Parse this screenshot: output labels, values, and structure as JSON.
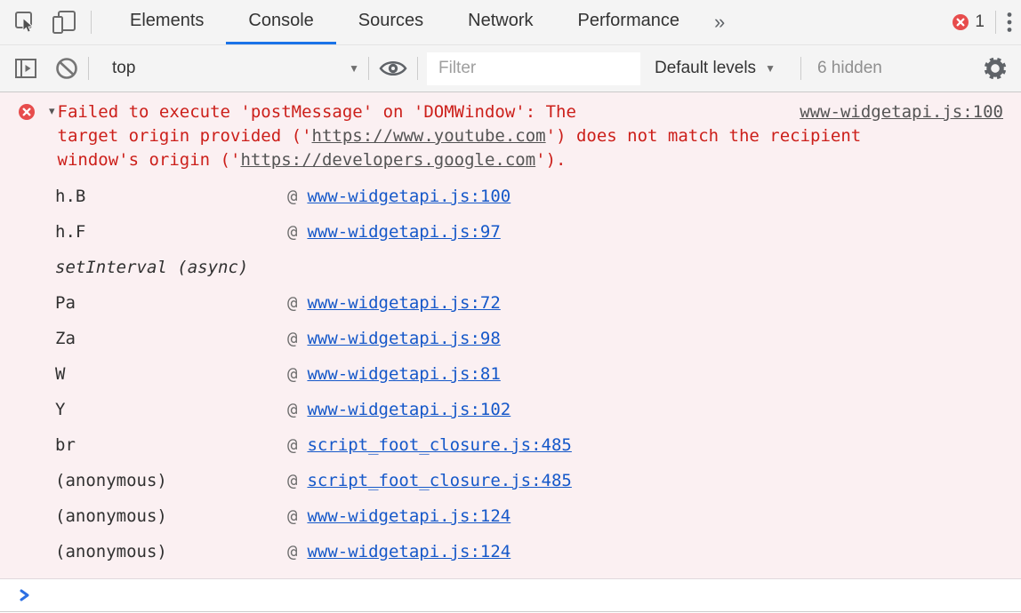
{
  "tab_bar": {
    "tabs": [
      {
        "label": "Elements",
        "active": false
      },
      {
        "label": "Console",
        "active": true
      },
      {
        "label": "Sources",
        "active": false
      },
      {
        "label": "Network",
        "active": false
      },
      {
        "label": "Performance",
        "active": false
      }
    ],
    "more_tabs_label": "»",
    "error_count": "1"
  },
  "toolbar": {
    "context": "top",
    "filter_placeholder": "Filter",
    "filter_value": "",
    "levels_label": "Default levels",
    "hidden_label": "6 hidden"
  },
  "console": {
    "error_group": {
      "source_link": "www-widgetapi.js:100",
      "expander": "▾",
      "message_lines": [
        [
          {
            "text": "Failed to execute 'postMessage' on 'DOMWindow': The"
          }
        ],
        [
          {
            "text": "target origin provided ('"
          },
          {
            "text": "https://www.youtube.com",
            "link": true
          },
          {
            "text": "') does not match the recipient"
          }
        ],
        [
          {
            "text": "window's origin ('"
          },
          {
            "text": "https://developers.google.com",
            "link": true
          },
          {
            "text": "')."
          }
        ]
      ],
      "at_symbol": "@",
      "stack_frames": [
        {
          "name": "h.B",
          "at": "www-widgetapi.js:100"
        },
        {
          "name": "h.F",
          "at": "www-widgetapi.js:97"
        },
        {
          "name": "setInterval (async)",
          "async": true
        },
        {
          "name": "Pa",
          "at": "www-widgetapi.js:72"
        },
        {
          "name": "Za",
          "at": "www-widgetapi.js:98"
        },
        {
          "name": "W",
          "at": "www-widgetapi.js:81"
        },
        {
          "name": "Y",
          "at": "www-widgetapi.js:102"
        },
        {
          "name": "br",
          "at": "script_foot_closure.js:485"
        },
        {
          "name": "(anonymous)",
          "at": "script_foot_closure.js:485"
        },
        {
          "name": "(anonymous)",
          "at": "www-widgetapi.js:124"
        },
        {
          "name": "(anonymous)",
          "at": "www-widgetapi.js:124"
        }
      ]
    }
  },
  "colors": {
    "accent_blue": "#1a73e8",
    "error_red_text": "#cc1f1a",
    "error_badge_red": "#e74c4c",
    "error_bg": "#fbf0f2",
    "link_blue": "#1558c9",
    "link_gray": "#545454",
    "toolbar_bg": "#f4f4f4"
  }
}
